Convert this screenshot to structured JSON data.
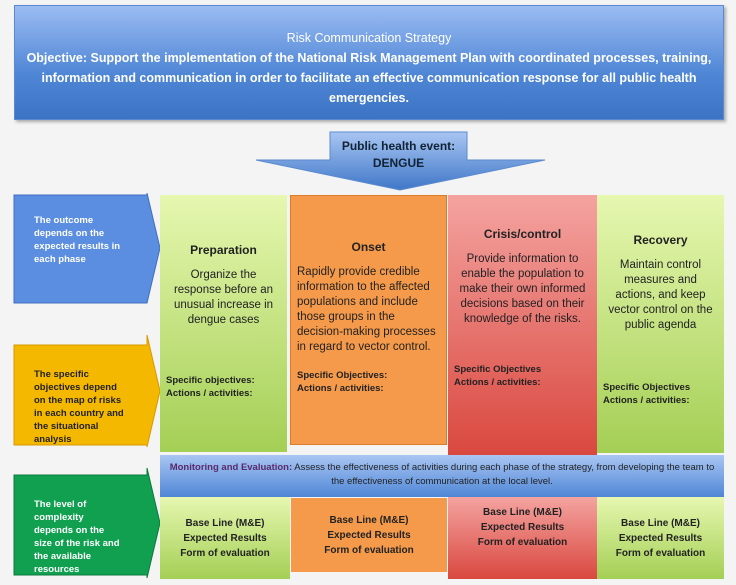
{
  "banner": {
    "title": "Risk Communication Strategy",
    "objective": "Objective: Support the implementation of the National Risk Management Plan with coordinated processes, training, information and communication in order to facilitate an effective communication response for all public health emergencies."
  },
  "event": {
    "label": "Public health event:",
    "name": "DENGUE"
  },
  "side_notes": [
    "The outcome depends on the expected results in each phase",
    "The specific objectives depend on the map of risks in each country and the situational analysis",
    "The level of complexity depends on the size of the risk and the available resources"
  ],
  "phases": [
    {
      "title": "Preparation",
      "text": "Organize the response before an unusual increase in dengue cases",
      "objectives": "Specific objectives:",
      "actions": "Actions / activities:"
    },
    {
      "title": "Onset",
      "text": "Rapidly provide credible information to the affected populations and include those groups in the decision-making processes in regard to vector control.",
      "objectives": "Specific Objectives:",
      "actions": "Actions / activities:"
    },
    {
      "title": "Crisis/control",
      "text": "Provide information to enable the population to make their own informed decisions based on their knowledge of the risks.",
      "objectives": "Specific Objectives",
      "actions": "Actions / activities:"
    },
    {
      "title": "Recovery",
      "text": "Maintain control measures and actions, and keep vector control on the public agenda",
      "objectives": "Specific Objectives",
      "actions": "Actions / activities:"
    }
  ],
  "monitoring": {
    "label": "Monitoring and Evaluation:",
    "text": "Assess the effectiveness of activities during each phase of the strategy, from developing the team to the effectiveness of communication at the local level."
  },
  "evaluation": {
    "line1": "Base Line (M&E)",
    "line2": "Expected Results",
    "line3": "Form of evaluation"
  },
  "colors": {
    "blue": "#4f86d6",
    "green": "#a4cf55",
    "orange": "#f59a4a",
    "red": "#d9483f",
    "yellow": "#f5b800",
    "dark_green": "#10a050"
  }
}
